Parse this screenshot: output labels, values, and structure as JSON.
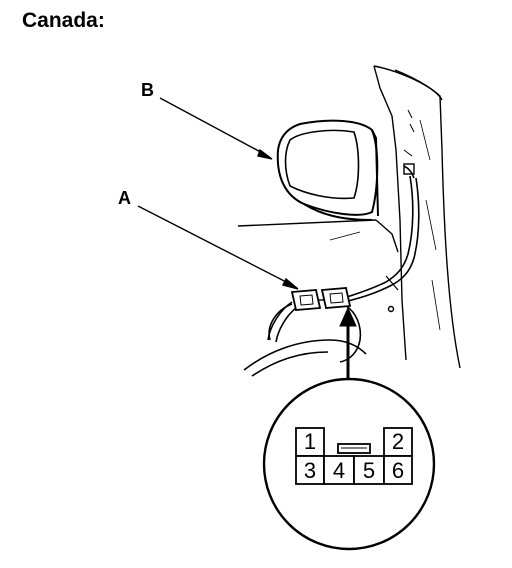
{
  "title": "Canada:",
  "callouts": {
    "a": "A",
    "b": "B"
  },
  "connector_pins": [
    "1",
    "2",
    "3",
    "4",
    "5",
    "6"
  ]
}
